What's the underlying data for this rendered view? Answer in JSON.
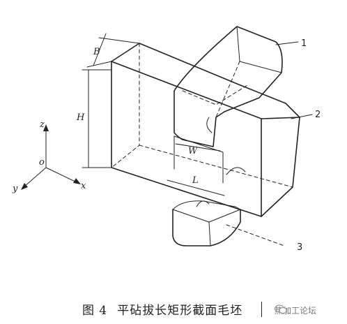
{
  "figure": {
    "dimension_labels": {
      "B": "B",
      "H": "H",
      "W": "W",
      "L": "L"
    },
    "part_numbers": [
      "1",
      "2",
      "3"
    ],
    "axes": {
      "z": "z",
      "o": "o",
      "x": "x",
      "y": "y"
    },
    "caption_number": "图 4",
    "caption_text": "平砧拔长矩形截面毛坯"
  },
  "watermark": {
    "icon": "wechat-icon",
    "text": "热加工论坛"
  }
}
